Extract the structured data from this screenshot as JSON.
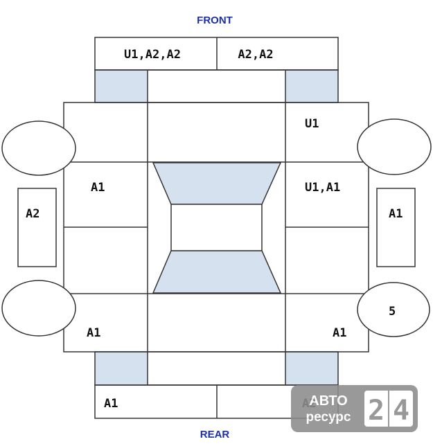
{
  "directions": {
    "front": "FRONT",
    "rear": "REAR"
  },
  "labels": {
    "front_left": "U1,A2,A2",
    "front_right": "A2,A2",
    "upper_right": "U1",
    "left_mid_upper": "A1",
    "right_mid_upper": "U1,A1",
    "left_side_panel": "A2",
    "right_side_panel": "A1",
    "right_wheel_rear": "5",
    "lower_left": "A1",
    "lower_right": "A1",
    "rear_left": "A1",
    "rear_right": "A2"
  },
  "watermark": {
    "line1": "АВТО",
    "line2": "ресурс",
    "digit1": "2",
    "digit2": "4"
  },
  "colors": {
    "fill": "#d6e1ef",
    "line": "#333333",
    "direction_text": "#1d2fa8"
  }
}
